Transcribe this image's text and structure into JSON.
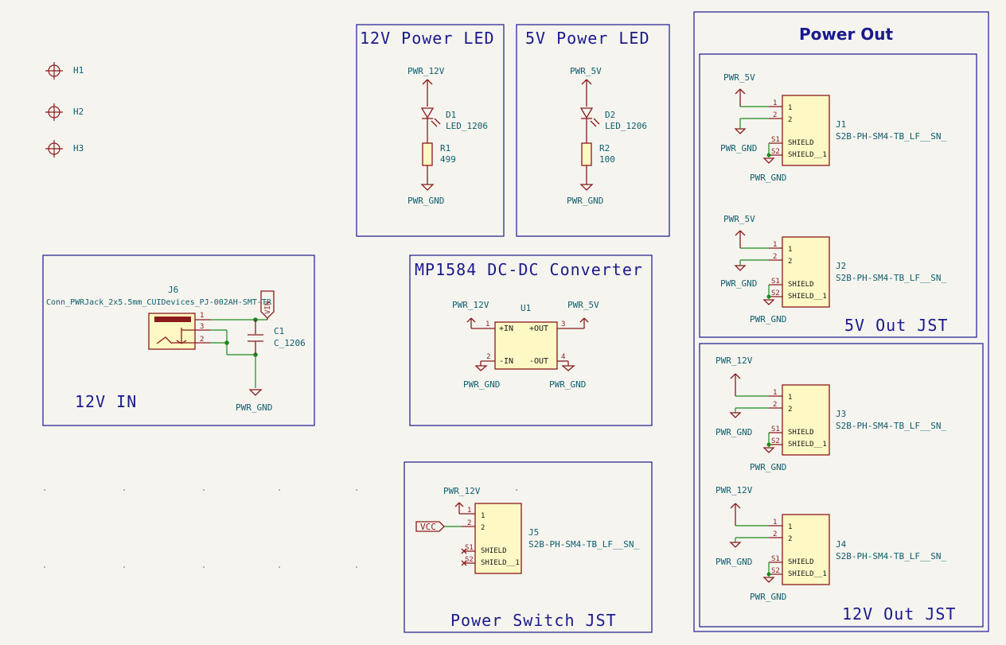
{
  "sheets": {
    "power_led_12v": "12V Power LED",
    "power_led_5v": "5V Power LED",
    "power_out": "Power Out",
    "out_5v_jst": "5V Out JST",
    "out_12v_jst": "12V Out JST",
    "dcdc": "MP1584 DC-DC Converter",
    "in_12v": "12V IN",
    "power_switch_jst": "Power Switch JST"
  },
  "mounting_holes": [
    "H1",
    "H2",
    "H3"
  ],
  "nets": {
    "pwr_12v": "PWR_12V",
    "pwr_5v": "PWR_5V",
    "pwr_gnd": "PWR_GND",
    "vcc": "VCC"
  },
  "components": {
    "d1": {
      "ref": "D1",
      "value": "LED_1206"
    },
    "r1": {
      "ref": "R1",
      "value": "499"
    },
    "d2": {
      "ref": "D2",
      "value": "LED_1206"
    },
    "r2": {
      "ref": "R2",
      "value": "100"
    },
    "u1": {
      "ref": "U1",
      "pin_in_p": "+IN",
      "pin_out_p": "+OUT",
      "pin_in_n": "-IN",
      "pin_out_n": "-OUT"
    },
    "j6": {
      "ref": "J6",
      "value": "Conn_PWRJack_2x5.5mm_CUIDevices_PJ-002AH-SMT-TR"
    },
    "c1": {
      "ref": "C1",
      "value": "C_1206"
    },
    "j1": {
      "ref": "J1",
      "value": "S2B-PH-SM4-TB_LF__SN_"
    },
    "j2": {
      "ref": "J2",
      "value": "S2B-PH-SM4-TB_LF__SN_"
    },
    "j3": {
      "ref": "J3",
      "value": "S2B-PH-SM4-TB_LF__SN_"
    },
    "j4": {
      "ref": "J4",
      "value": "S2B-PH-SM4-TB_LF__SN_"
    },
    "j5": {
      "ref": "J5",
      "value": "S2B-PH-SM4-TB_LF__SN_"
    }
  },
  "jst_pins": {
    "p1": "1",
    "p2": "2",
    "s1": "S1",
    "s2": "S2",
    "shield": "SHIELD",
    "shield1": "SHIELD__1"
  },
  "pin_numbers": {
    "one": "1",
    "two": "2",
    "three": "3",
    "four": "4"
  },
  "tag_vin": "VIN"
}
